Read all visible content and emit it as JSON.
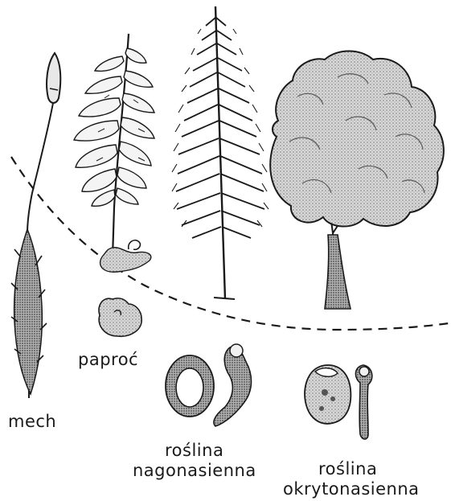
{
  "labels": {
    "moss": "mech",
    "fern": "paproć",
    "gymnosperm_line1": "roślina",
    "gymnosperm_line2": "nagonasienna",
    "angiosperm_line1": "roślina",
    "angiosperm_line2": "okrytonasienna"
  },
  "colors": {
    "ink": "#1a1a1a",
    "foliage_fill": "#c8c8c8",
    "foliage_dark": "#8a8a8a",
    "background": "#ffffff"
  }
}
